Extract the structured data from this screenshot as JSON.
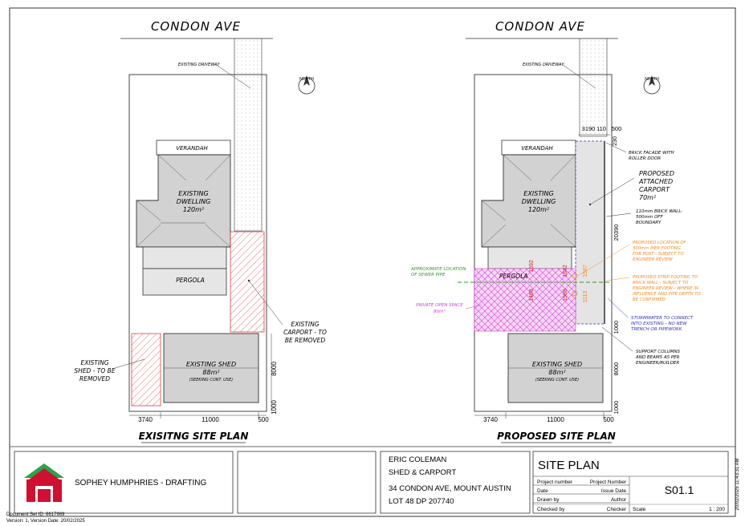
{
  "street_left": "CONDON AVE",
  "street_right": "CONDON AVE",
  "north_label": "NORTH",
  "existing": {
    "driveway": "EXISTING DRIVEWAY",
    "verandah": "VERANDAH",
    "dwelling": [
      "EXISTING",
      "DWELLING",
      "120m²"
    ],
    "pergola": "PERGOLA",
    "carport_note": [
      "EXISTING",
      "CARPORT - TO",
      "BE REMOVED"
    ],
    "shed_note": [
      "EXISTING",
      "SHED - TO BE",
      "REMOVED"
    ],
    "shed": [
      "EXISTING SHED",
      "88m²",
      "(SEEKING CONT. USE)"
    ],
    "dims": {
      "left": "3740",
      "mid": "11000",
      "right": "500",
      "v1": "8000",
      "v2": "1000"
    },
    "title": "EXISITNG SITE PLAN"
  },
  "proposed": {
    "driveway": "EXISTING DRIVEWAY",
    "verandah": "VERANDAH",
    "dwelling": [
      "EXISTING",
      "DWELLING",
      "120m²"
    ],
    "pergola": "PERGOLA",
    "top_dims": {
      "a": "3190",
      "b": "110",
      "c": "500",
      "v": "230"
    },
    "carport": [
      "PROPOSED",
      "ATTACHED",
      "CARPORT",
      "70m²"
    ],
    "brick_facade": [
      "BRICK FACADE WITH",
      "ROLLER DOOR"
    ],
    "brick_wall": [
      "110mm BRICK WALL-",
      "500mm OFF",
      "BOUNDARY"
    ],
    "post_footing": [
      "PROPOSED LOCATION OF",
      "300mm PIER FOOTING",
      "FOR POST - SUBJECT TO",
      "ENGINEER REVIEW"
    ],
    "strip_footing": [
      "PROPOSED STRIP FOOTING TO",
      "BRICK WALL - SUBJECT TO",
      "ENGINEER REVIEW - WHERE IN",
      "INFLUENCE AND PIPE DEPTH TO",
      "BE CONFIRMED"
    ],
    "stormwater": [
      "STORMWATER TO CONNECT",
      "INTO EXISTING - NO NEW",
      "TRENCH OR PIPEWORK"
    ],
    "support": [
      "SUPPORT COLUMNS",
      "AND BEAMS AS PER",
      "ENGINEER/BUILDER"
    ],
    "sewer": [
      "APPROXIMATE LOCATION",
      "OF SEWER PIPE"
    ],
    "pos": [
      "PRIVATE OPEN SPACE",
      "80m²"
    ],
    "inner_dims": {
      "d1": "1592",
      "d2": "1842",
      "d3": "1587",
      "d4": "1468",
      "d5": "1988",
      "d6": "1113"
    },
    "side_dims": {
      "v1": "20390",
      "v2": "1000",
      "v3": "8000",
      "v4": "1000"
    },
    "shed": [
      "EXISTING SHED",
      "88m²",
      "(SEEKING CONT. USE)"
    ],
    "dims": {
      "left": "3740",
      "mid": "11000",
      "right": "500"
    },
    "title": "PROPOSED SITE PLAN"
  },
  "titleblock": {
    "company": "SOPHEY HUMPHRIES - DRAFTING",
    "client": "ERIC COLEMAN",
    "project": "SHED & CARPORT",
    "address": "34 CONDON AVE, MOUNT AUSTIN",
    "lot": "LOT 48 DP 207740",
    "sheet_title": "SITE PLAN",
    "rows": [
      {
        "label": "Project number",
        "value": "Project Number"
      },
      {
        "label": "Date",
        "value": "Issue Date"
      },
      {
        "label": "Drawn by",
        "value": "Author"
      },
      {
        "label": "Checked by",
        "value": "Checker"
      }
    ],
    "sheet_no": "S01.1",
    "scale_label": "Scale",
    "scale_value": "1 : 200",
    "timestamp": "20/02/2025 11:43:31 AM"
  },
  "doc_set": "Document Set ID: 6617969",
  "version": "Version: 1, Version Date: 20/02/2025",
  "colors": {
    "line": "#333333",
    "hatch_red": "#e04040",
    "pos_magenta": "#e040e0",
    "orange": "#f08a24",
    "blue": "#3030c0",
    "green": "#2a9a2a",
    "logo_red": "#d01030",
    "logo_green": "#2aa34a"
  }
}
